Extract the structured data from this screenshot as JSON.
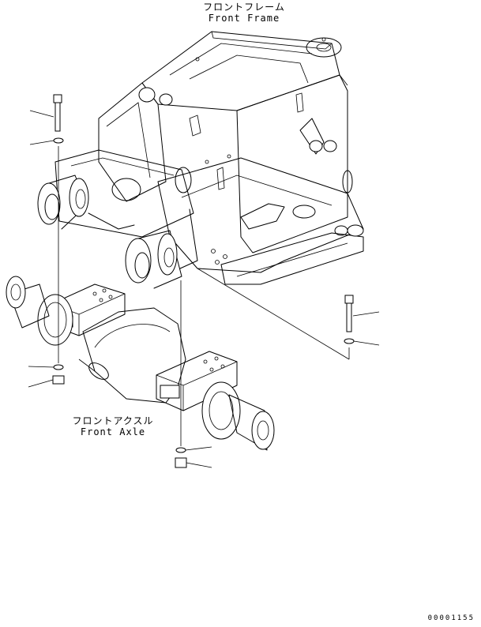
{
  "labels": {
    "front_frame_jp": "フロントフレーム",
    "front_frame_en": "Front Frame",
    "front_axle_jp": "フロントアクスル",
    "front_axle_en": "Front Axle"
  },
  "document_code": "00001155"
}
